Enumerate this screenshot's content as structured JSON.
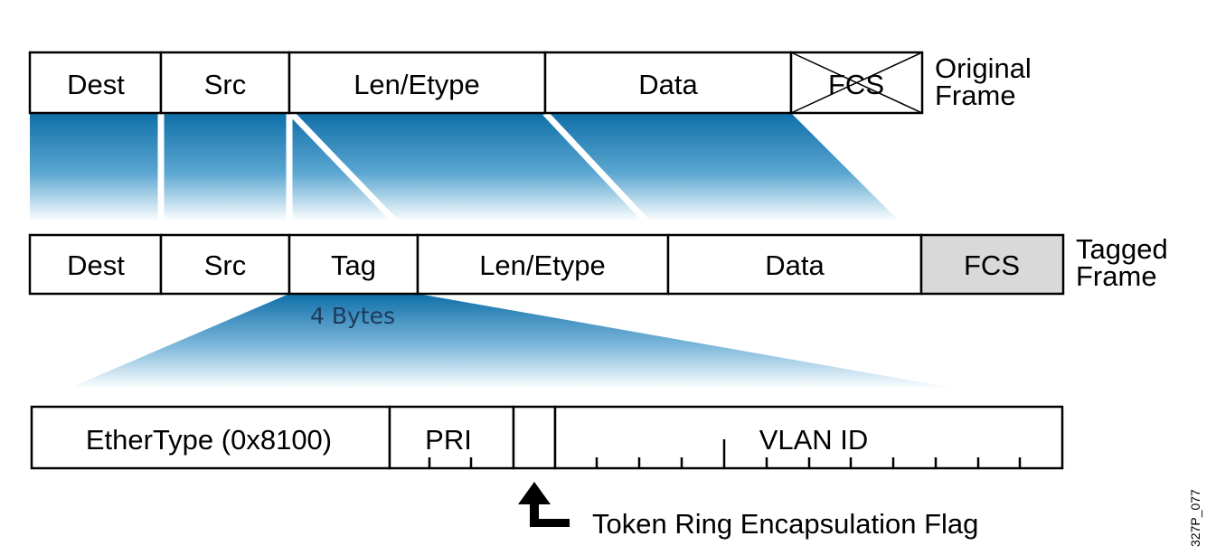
{
  "original_frame": {
    "fields": [
      "Dest",
      "Src",
      "Len/Etype",
      "Data",
      "FCS"
    ],
    "label_line1": "Original",
    "label_line2": "Frame"
  },
  "tagged_frame": {
    "fields": [
      "Dest",
      "Src",
      "Tag",
      "Len/Etype",
      "Data",
      "FCS"
    ],
    "label_line1": "Tagged",
    "label_line2": "Frame",
    "tag_size": "4 Bytes"
  },
  "tag_detail": {
    "fields": [
      "EtherType (0x8100)",
      "PRI",
      "",
      "VLAN ID"
    ],
    "flag_label": "Token Ring Encapsulation Flag"
  },
  "figure_id": "327P_077",
  "colors": {
    "gradient_top": "#0f6fa8",
    "gradient_bottom": "#ffffff",
    "fcs_fill": "#d9d9d9",
    "bytes_text": "#1f3a5a"
  }
}
